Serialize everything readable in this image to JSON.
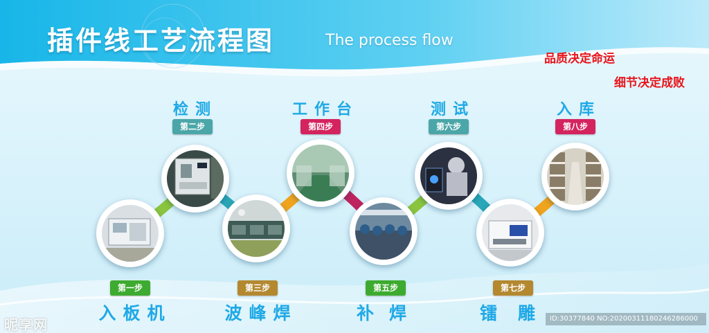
{
  "header": {
    "title_cn": "插件线工艺流程图",
    "title_en": "The process flow"
  },
  "slogans": [
    "品质决定命运",
    "细节决定成败"
  ],
  "steps": [
    {
      "badge": "第一步",
      "name": "入板机",
      "badge_color": "#3dab2f",
      "photo": "factory-machine"
    },
    {
      "badge": "第二步",
      "name": "检测",
      "badge_color": "#4ba6a8",
      "photo": "inspection-machine"
    },
    {
      "badge": "第三步",
      "name": "波峰焊",
      "badge_color": "#b3882f",
      "photo": "wave-solder-line"
    },
    {
      "badge": "第四步",
      "name": "工作台",
      "badge_color": "#d4245f",
      "photo": "workbench-room"
    },
    {
      "badge": "第五步",
      "name": "补焊",
      "badge_color": "#3dab2f",
      "photo": "workers-line"
    },
    {
      "badge": "第六步",
      "name": "测试",
      "badge_color": "#4ba6a8",
      "photo": "testing-worker"
    },
    {
      "badge": "第七步",
      "name": "镭雕",
      "badge_color": "#b3882f",
      "photo": "laser-engraver"
    },
    {
      "badge": "第八步",
      "name": "入库",
      "badge_color": "#d4245f",
      "photo": "warehouse-shelves"
    }
  ],
  "connector_colors": [
    "#8bc53f",
    "#2aa7b8",
    "#f0a41e",
    "#c0245f",
    "#8bc53f",
    "#2aa7b8",
    "#f0a41e"
  ],
  "watermark": {
    "logo": "昵享网",
    "id_text": "ID:30377840 NO:20200311180246286000"
  }
}
